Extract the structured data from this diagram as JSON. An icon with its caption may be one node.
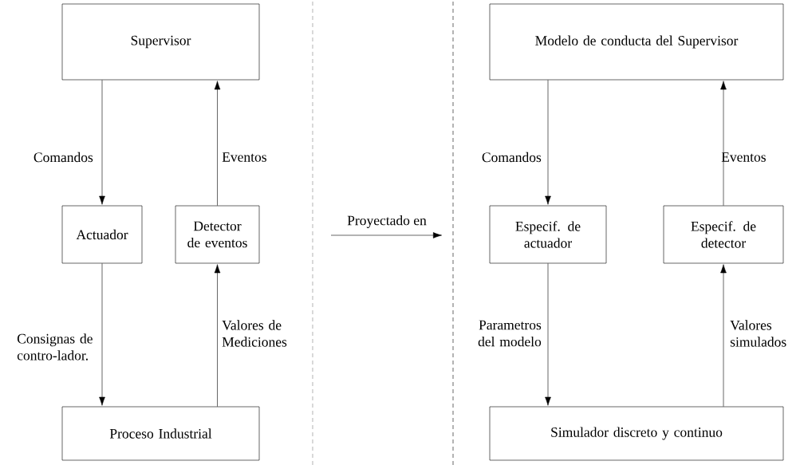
{
  "diagram": {
    "nodes": [
      {
        "text": [
          "Supervisor"
        ]
      },
      {
        "text": [
          "Actuador"
        ]
      },
      {
        "text": [
          "Detector de eventos"
        ]
      },
      {
        "text": [
          "Proceso Industrial"
        ]
      },
      {
        "text": [
          "Modelo de conducta del Supervisor"
        ]
      },
      {
        "text": [
          "Especif. de actuador"
        ]
      },
      {
        "text": [
          "Especif. de detector"
        ]
      },
      {
        "text": [
          "Simulador discreto y continuo"
        ]
      }
    ],
    "edges": [
      {
        "from": 0,
        "to": 1,
        "arrow": "to",
        "label": "Comandos"
      },
      {
        "from": 2,
        "to": 0,
        "arrow": "to",
        "label": "Eventos"
      },
      {
        "from": 1,
        "to": 3,
        "arrow": "to",
        "label": "Consignas de contro-lador."
      },
      {
        "from": 3,
        "to": 2,
        "arrow": "to",
        "label": "Valores de Mediciones"
      },
      {
        "from": 4,
        "to": 5,
        "arrow": "to",
        "label": "Comandos"
      },
      {
        "from": 6,
        "to": 4,
        "arrow": "to",
        "label": "Eventos"
      },
      {
        "from": 5,
        "to": 7,
        "arrow": "to",
        "label": "Parametros del modelo"
      },
      {
        "from": 7,
        "to": 6,
        "arrow": "to",
        "label": "Valores simulados"
      }
    ],
    "labels": [
      "Proyectado en"
    ]
  }
}
